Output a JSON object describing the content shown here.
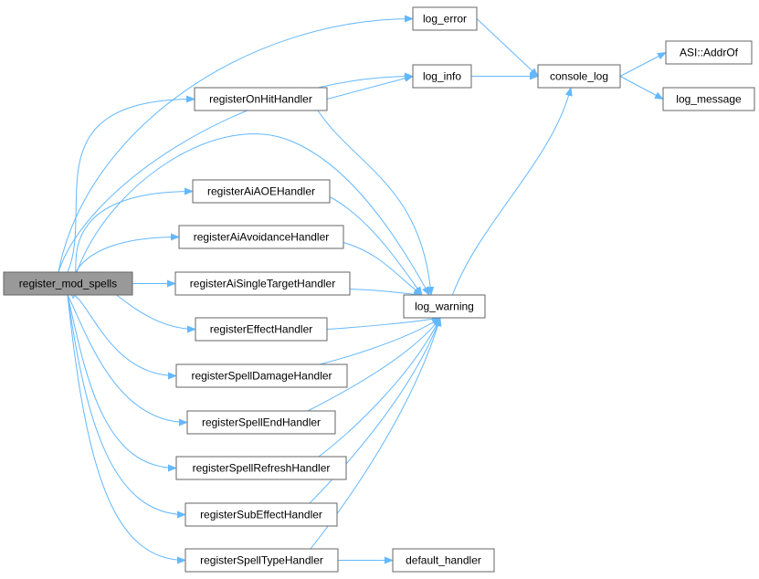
{
  "graph": {
    "root": "register_mod_spells",
    "nodes": {
      "register_mod_spells": "register_mod_spells",
      "log_error": "log_error",
      "log_info": "log_info",
      "console_log": "console_log",
      "asi_addrof": "ASI::AddrOf",
      "log_message": "log_message",
      "registerOnHitHandler": "registerOnHitHandler",
      "registerAiAOEHandler": "registerAiAOEHandler",
      "registerAiAvoidanceHandler": "registerAiAvoidanceHandler",
      "registerAiSingleTargetHandler": "registerAiSingleTargetHandler",
      "registerEffectHandler": "registerEffectHandler",
      "registerSpellDamageHandler": "registerSpellDamageHandler",
      "registerSpellEndHandler": "registerSpellEndHandler",
      "registerSpellRefreshHandler": "registerSpellRefreshHandler",
      "registerSubEffectHandler": "registerSubEffectHandler",
      "registerSpellTypeHandler": "registerSpellTypeHandler",
      "log_warning": "log_warning",
      "default_handler": "default_handler"
    },
    "edges": [
      [
        "register_mod_spells",
        "log_error"
      ],
      [
        "register_mod_spells",
        "log_info"
      ],
      [
        "register_mod_spells",
        "registerOnHitHandler"
      ],
      [
        "register_mod_spells",
        "log_warning"
      ],
      [
        "register_mod_spells",
        "registerAiAOEHandler"
      ],
      [
        "register_mod_spells",
        "registerAiAvoidanceHandler"
      ],
      [
        "register_mod_spells",
        "registerAiSingleTargetHandler"
      ],
      [
        "register_mod_spells",
        "registerEffectHandler"
      ],
      [
        "register_mod_spells",
        "registerSpellDamageHandler"
      ],
      [
        "register_mod_spells",
        "registerSpellEndHandler"
      ],
      [
        "register_mod_spells",
        "registerSpellRefreshHandler"
      ],
      [
        "register_mod_spells",
        "registerSubEffectHandler"
      ],
      [
        "register_mod_spells",
        "registerSpellTypeHandler"
      ],
      [
        "log_error",
        "console_log"
      ],
      [
        "log_info",
        "console_log"
      ],
      [
        "console_log",
        "asi_addrof"
      ],
      [
        "console_log",
        "log_message"
      ],
      [
        "registerOnHitHandler",
        "log_info"
      ],
      [
        "registerOnHitHandler",
        "log_warning"
      ],
      [
        "registerAiAOEHandler",
        "log_warning"
      ],
      [
        "registerAiAvoidanceHandler",
        "log_warning"
      ],
      [
        "registerAiSingleTargetHandler",
        "log_warning"
      ],
      [
        "registerEffectHandler",
        "log_warning"
      ],
      [
        "registerSpellDamageHandler",
        "log_warning"
      ],
      [
        "registerSpellEndHandler",
        "log_warning"
      ],
      [
        "registerSpellRefreshHandler",
        "log_warning"
      ],
      [
        "registerSubEffectHandler",
        "log_warning"
      ],
      [
        "registerSpellTypeHandler",
        "log_warning"
      ],
      [
        "registerSpellTypeHandler",
        "default_handler"
      ],
      [
        "log_warning",
        "console_log"
      ]
    ],
    "colors": {
      "edge": "#63b8ff",
      "node_border": "#666666",
      "node_fill": "#ffffff",
      "root_fill": "#999999"
    }
  }
}
